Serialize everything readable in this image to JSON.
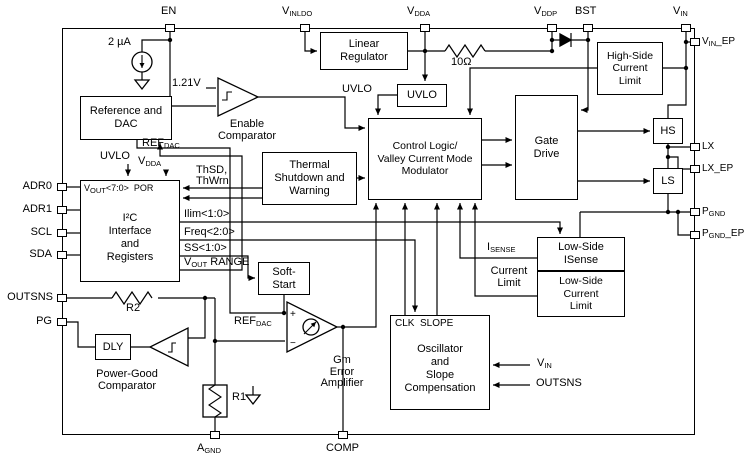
{
  "pins": {
    "en": {
      "label": "EN"
    },
    "vinldo": {
      "base": "V",
      "sub": "INLDO"
    },
    "vdda": {
      "base": "V",
      "sub": "DDA"
    },
    "vddp": {
      "base": "V",
      "sub": "DDP"
    },
    "bst": {
      "label": "BST"
    },
    "vin": {
      "base": "V",
      "sub": "IN"
    },
    "vin_ep": {
      "base": "V",
      "sub": "IN",
      "suffix": "_EP"
    },
    "lx": {
      "label": "LX"
    },
    "lx_ep": {
      "label": "LX_EP"
    },
    "pgnd": {
      "base": "P",
      "sub": "GND"
    },
    "pgnd_ep": {
      "base": "P",
      "sub": "GND",
      "suffix": "_EP"
    },
    "adr0": {
      "label": "ADR0"
    },
    "adr1": {
      "label": "ADR1"
    },
    "scl": {
      "label": "SCL"
    },
    "sda": {
      "label": "SDA"
    },
    "outsns": {
      "label": "OUTSNS"
    },
    "pg": {
      "label": "PG"
    },
    "agnd": {
      "base": "A",
      "sub": "GND"
    },
    "comp": {
      "label": "COMP"
    }
  },
  "blocks": {
    "linear_regulator": {
      "label": "Linear\nRegulator"
    },
    "uvlo": {
      "label": "UVLO"
    },
    "reference_dac": {
      "label": "Reference and\nDAC"
    },
    "thermal": {
      "label": "Thermal\nShutdown and\nWarning"
    },
    "control_logic": {
      "label": "Control Logic/\nValley Current Mode\nModulator"
    },
    "gate_drive": {
      "label": "Gate\nDrive"
    },
    "hs_current_limit": {
      "label": "High-Side\nCurrent\nLimit"
    },
    "ls_isense": {
      "label": "Low-Side\nISense"
    },
    "ls_current_limit": {
      "label": "Low-Side\nCurrent\nLimit"
    },
    "i2c": {
      "label": "I²C\nInterface\nand\nRegisters",
      "reg_base": "V",
      "reg_sub": "OUT",
      "reg_bits": "<7:0>",
      "por": "POR"
    },
    "soft_start": {
      "label": "Soft-\nStart"
    },
    "oscillator": {
      "label": "Oscillator\nand\nSlope\nCompensation",
      "clk": "CLK",
      "slope": "SLOPE"
    },
    "dly": {
      "label": "DLY"
    },
    "hs_switch": {
      "label": "HS"
    },
    "ls_switch": {
      "label": "LS"
    }
  },
  "labels": {
    "bias_current": "2 µA",
    "enable_ref": "1.21V",
    "enable_comparator": "Enable\nComparator",
    "uvlo_signal": "UVLO",
    "uvlo_to_i2c": "UVLO",
    "vdda_to_i2c": {
      "base": "V",
      "sub": "DDA"
    },
    "refdac_top": {
      "base": "REF",
      "sub": "DAC"
    },
    "refdac_ea": {
      "base": "REF",
      "sub": "DAC"
    },
    "thsd": "ThSD,",
    "thwrn": "ThWrn",
    "ilim": "Ilim<1:0>",
    "freq": "Freq<2:0>",
    "ss": "SS<1:0>",
    "vout_range": {
      "base": "V",
      "sub": "OUT",
      "suffix": " RANGE"
    },
    "resistor_value": "10Ω",
    "isense": {
      "base": "I",
      "sub": "SENSE"
    },
    "current_limit": "Current\nLimit",
    "vin_to_osc": {
      "base": "V",
      "sub": "IN"
    },
    "outsns_to_osc": "OUTSNS",
    "gm_amp": "Gm\nError\nAmplifier",
    "pg_comparator": "Power-Good\nComparator",
    "r1": "R1",
    "r2": "R2",
    "gm_plus": "+",
    "gm_minus": "−"
  }
}
